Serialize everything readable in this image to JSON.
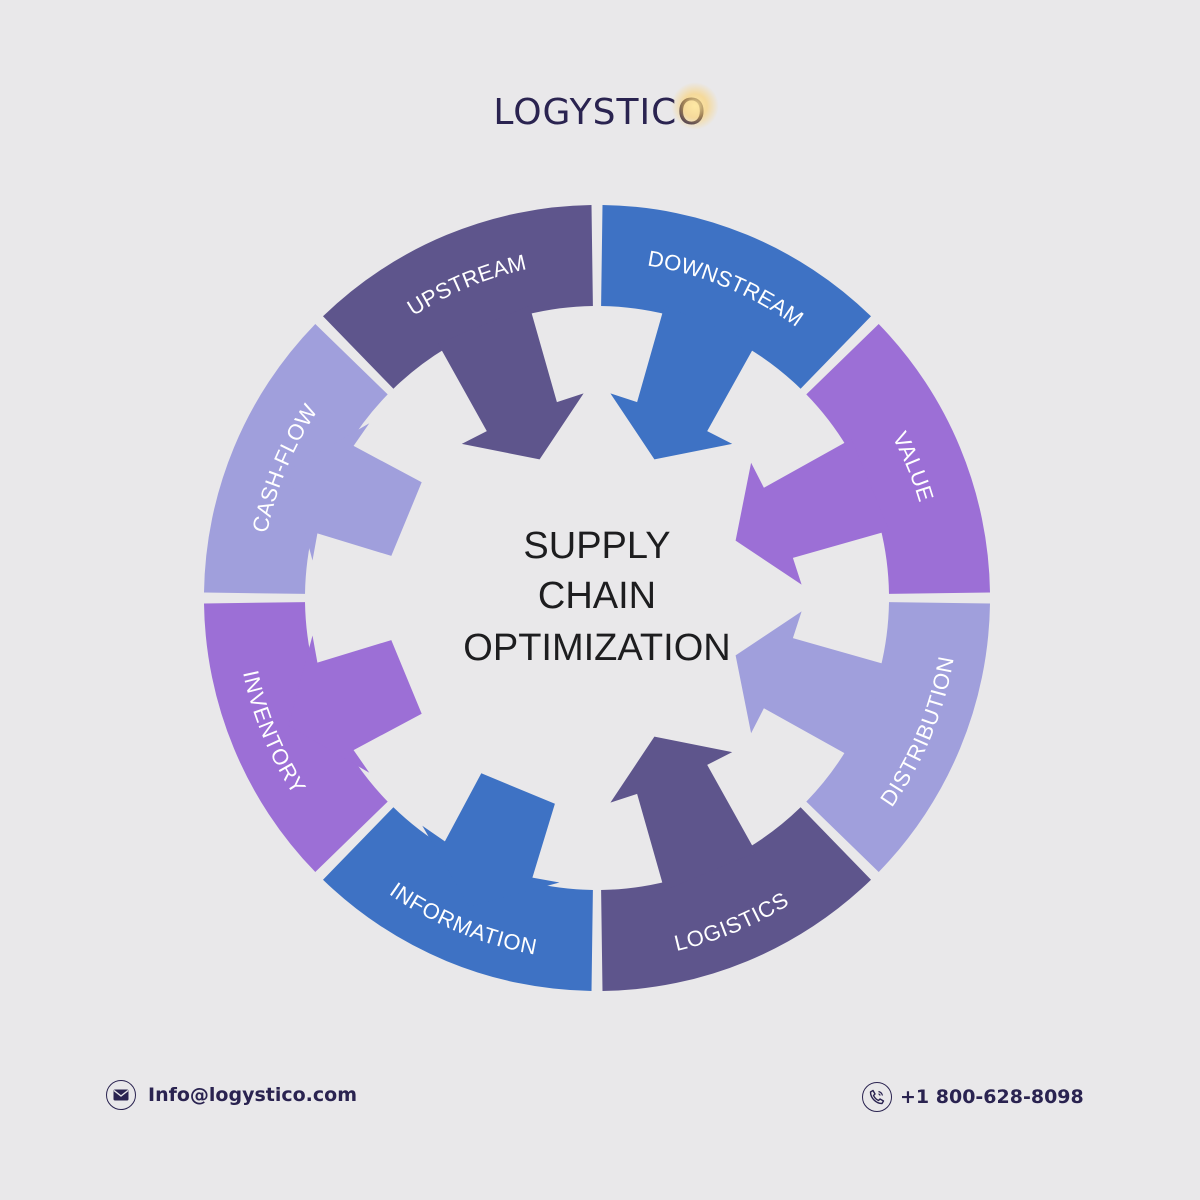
{
  "brand": {
    "name": "LOGYSTICO"
  },
  "diagram": {
    "center_lines": [
      "SUPPLY",
      "CHAIN",
      "OPTIMIZATION"
    ],
    "segments": [
      {
        "label": "DOWNSTREAM",
        "color": "#3e72c4",
        "direction": "inward"
      },
      {
        "label": "VALUE",
        "color": "#9c6fd6",
        "direction": "inward"
      },
      {
        "label": "DISTRIBUTION",
        "color": "#a09fdc",
        "direction": "inward"
      },
      {
        "label": "LOGISTICS",
        "color": "#5e558c",
        "direction": "inward"
      },
      {
        "label": "INFORMATION",
        "color": "#3e72c4",
        "direction": "outward"
      },
      {
        "label": "INVENTORY",
        "color": "#9c6fd6",
        "direction": "outward"
      },
      {
        "label": "CASH-FLOW",
        "color": "#a09fdc",
        "direction": "outward"
      },
      {
        "label": "UPSTREAM",
        "color": "#5e558c",
        "direction": "inward"
      }
    ]
  },
  "contact": {
    "email": "Info@logystico.com",
    "phone": "+1 800-628-8098",
    "email_icon": "envelope-icon",
    "phone_icon": "phone-icon"
  },
  "colors": {
    "background": "#e9e8ea",
    "brand_text": "#2a2350",
    "center_text": "#1d1d1f"
  }
}
